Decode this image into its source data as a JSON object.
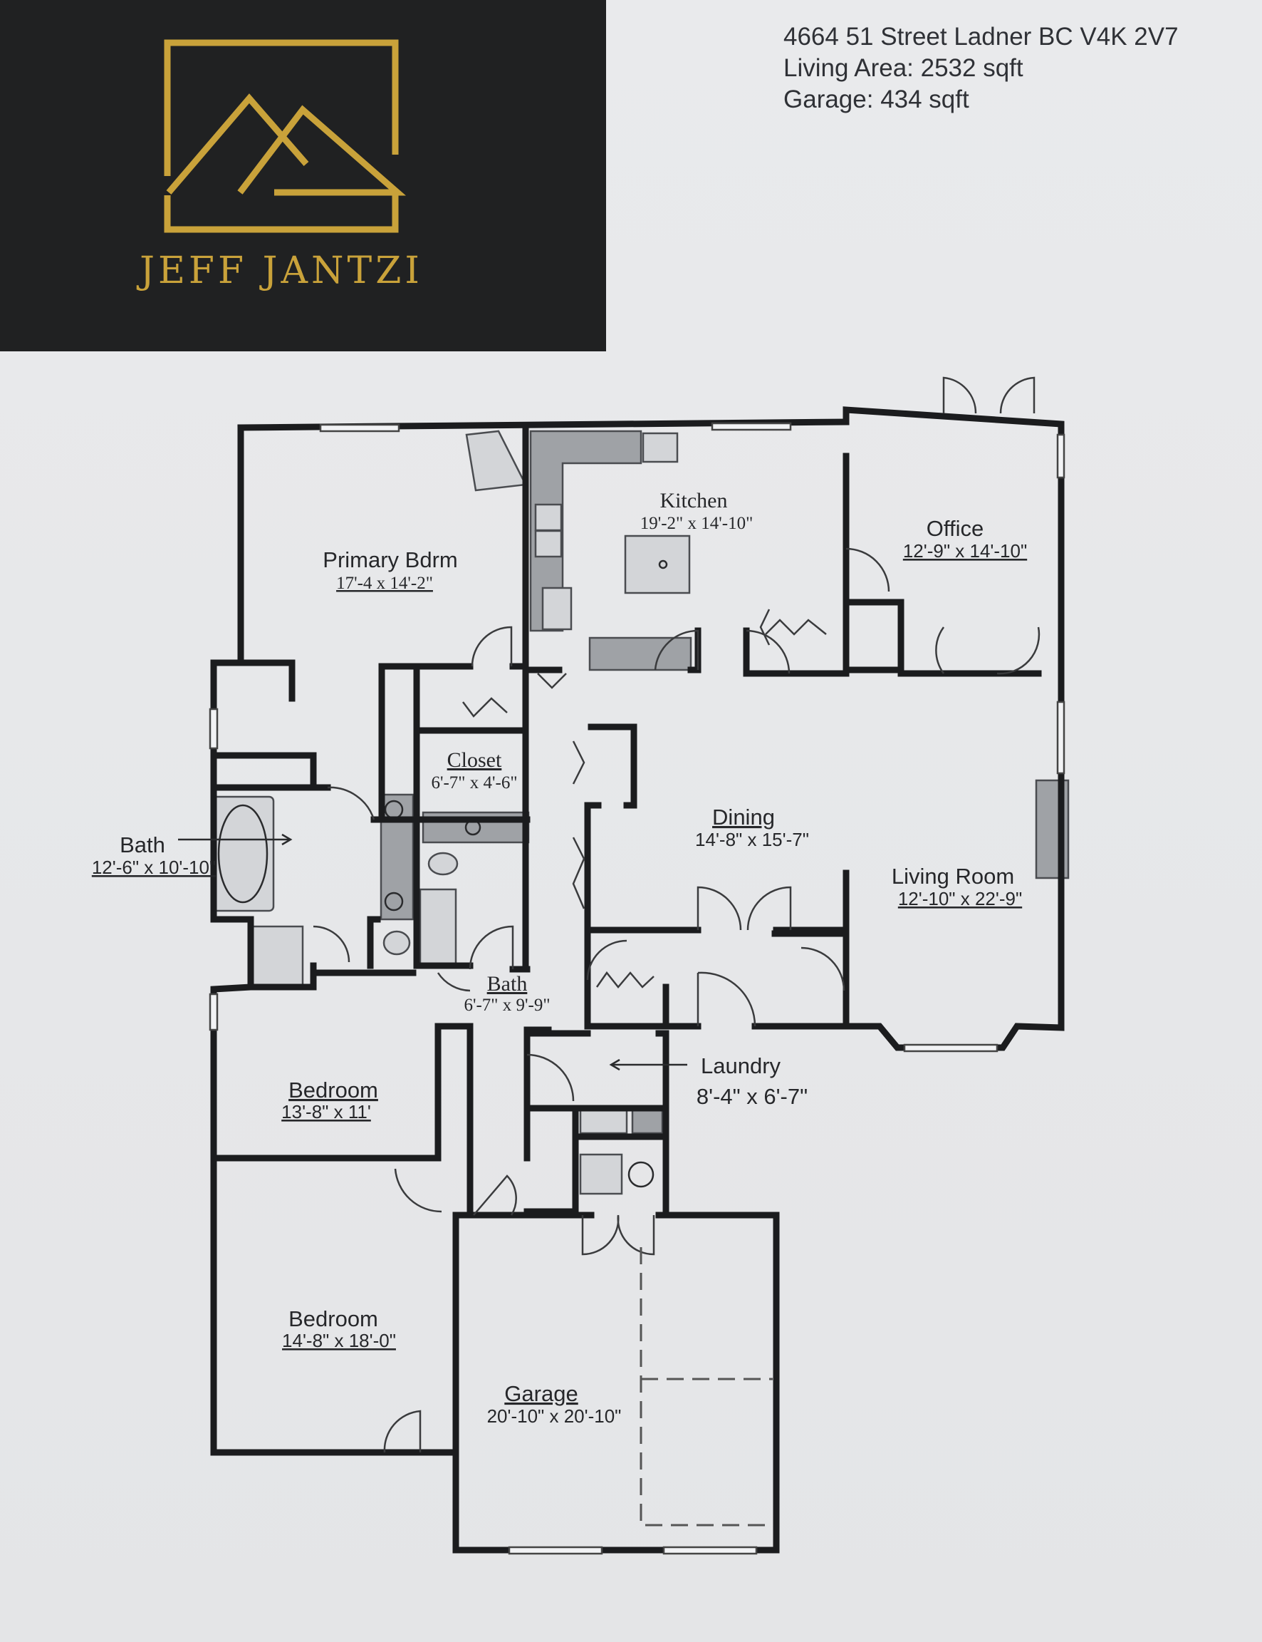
{
  "brand": {
    "name": "JEFF JANTZI",
    "card_color": "#202122",
    "gold_color": "#c9a23a"
  },
  "listing": {
    "address": "4664 51 Street Ladner BC V4K 2V7",
    "living_area": "Living Area: 2532 sqft",
    "garage_area": "Garage: 434 sqft"
  },
  "rooms": {
    "primary_bdrm": {
      "name": "Primary Bdrm",
      "dims": "17'-4 x 14'-2\""
    },
    "kitchen": {
      "name": "Kitchen",
      "dims": "19'-2\" x 14'-10\""
    },
    "office": {
      "name": "Office",
      "dims": "12'-9\" x 14'-10\""
    },
    "closet": {
      "name": "Closet",
      "dims": "6'-7\" x 4'-6\""
    },
    "dining": {
      "name": "Dining",
      "dims": "14'-8\" x 15'-7\""
    },
    "living_room": {
      "name": "Living Room",
      "dims": "12'-10\" x 22'-9\""
    },
    "bath_primary": {
      "name": "Bath",
      "dims": "12'-6\" x 10'-10\""
    },
    "bath_second": {
      "name": "Bath",
      "dims": "6'-7\" x 9'-9\""
    },
    "laundry": {
      "name": "Laundry",
      "dims": "8'-4\" x 6'-7\""
    },
    "bedroom_1": {
      "name": "Bedroom",
      "dims": "13'-8\" x 11'"
    },
    "bedroom_2": {
      "name": "Bedroom",
      "dims": "14'-8\" x 18'-0\""
    },
    "garage": {
      "name": "Garage",
      "dims": "20'-10\" x 20'-10\""
    }
  }
}
